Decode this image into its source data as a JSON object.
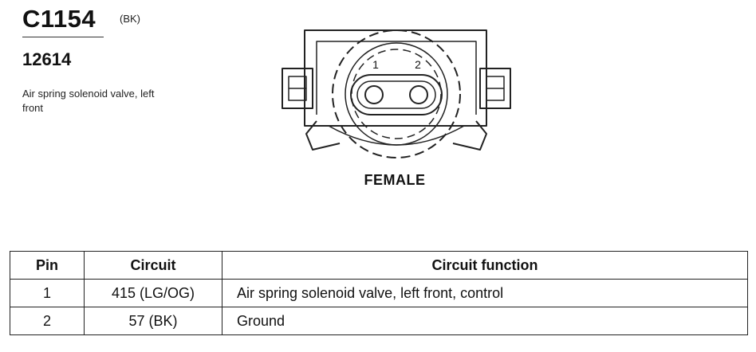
{
  "connector": {
    "id": "C1154",
    "color_code": "(BK)",
    "part_number": "12614",
    "description": "Air spring solenoid valve, left front",
    "gender": "FEMALE",
    "pin_labels": [
      "1",
      "2"
    ]
  },
  "pin_table": {
    "headers": [
      "Pin",
      "Circuit",
      "Circuit function"
    ],
    "rows": [
      {
        "pin": "1",
        "circuit": "415 (LG/OG)",
        "function": "Air spring solenoid valve, left front, control"
      },
      {
        "pin": "2",
        "circuit": "57 (BK)",
        "function": "Ground"
      }
    ]
  }
}
